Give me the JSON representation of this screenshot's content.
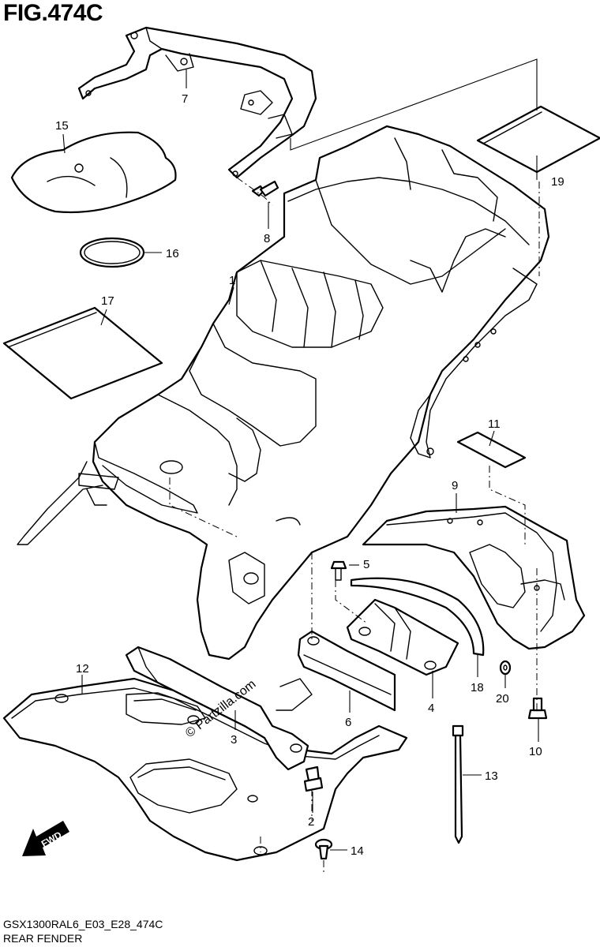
{
  "figure": {
    "title": "FIG.474C",
    "code": "GSX1300RAL6_E03_E28_474C",
    "name": "REAR FENDER",
    "watermark": "© Partzilla.com",
    "direction_label": "FWD"
  },
  "callouts": [
    {
      "id": "c1",
      "label": "1"
    },
    {
      "id": "c2",
      "label": "2"
    },
    {
      "id": "c3",
      "label": "3"
    },
    {
      "id": "c4",
      "label": "4"
    },
    {
      "id": "c5",
      "label": "5"
    },
    {
      "id": "c6",
      "label": "6"
    },
    {
      "id": "c7",
      "label": "7"
    },
    {
      "id": "c8",
      "label": "8"
    },
    {
      "id": "c9",
      "label": "9"
    },
    {
      "id": "c10",
      "label": "10"
    },
    {
      "id": "c11",
      "label": "11"
    },
    {
      "id": "c12",
      "label": "12"
    },
    {
      "id": "c13",
      "label": "13"
    },
    {
      "id": "c14",
      "label": "14"
    },
    {
      "id": "c15",
      "label": "15"
    },
    {
      "id": "c16",
      "label": "16"
    },
    {
      "id": "c17",
      "label": "17"
    },
    {
      "id": "c18",
      "label": "18"
    },
    {
      "id": "c19",
      "label": "19"
    },
    {
      "id": "c20",
      "label": "20"
    }
  ]
}
